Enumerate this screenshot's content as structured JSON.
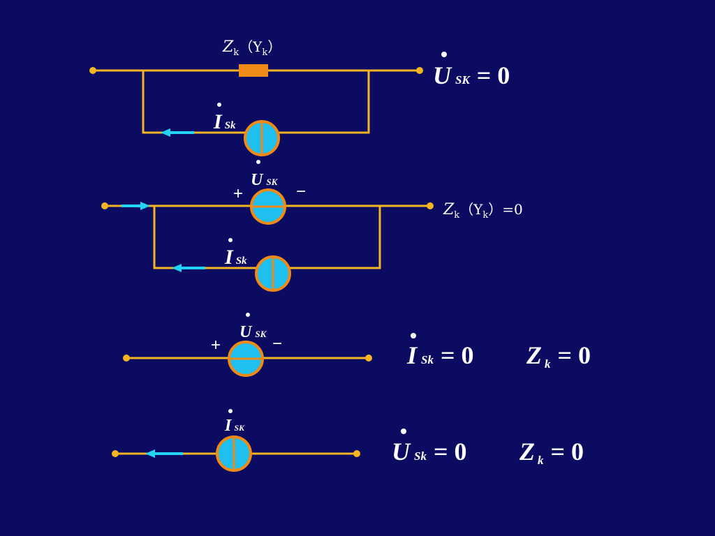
{
  "circuit1": {
    "element_label": {
      "Z": "Z",
      "Z_sub": "k",
      "paren_open": "（Y",
      "Y_sub": "k",
      "paren_close": "）"
    },
    "current_symbol": {
      "base": "I",
      "sub": "Sk"
    },
    "equation": {
      "base": "U",
      "sub": "SK",
      "rhs": "= 0"
    }
  },
  "circuit2": {
    "voltage_symbol": {
      "base": "U",
      "sub": "SK"
    },
    "plus": "+",
    "minus": "−",
    "current_symbol": {
      "base": "I",
      "sub": "Sk"
    },
    "element_label": {
      "Z": "Z",
      "Z_sub": "k",
      "paren_open": "（Y",
      "Y_sub": "k",
      "paren_close": "）=0"
    }
  },
  "circuit3": {
    "voltage_symbol": {
      "base": "U",
      "sub": "SK"
    },
    "plus": "+",
    "minus": "−",
    "eq1": {
      "base": "I",
      "sub": "Sk",
      "rhs": "= 0"
    },
    "eq2": {
      "base": "Z",
      "sub": "k",
      "rhs": "= 0"
    }
  },
  "circuit4": {
    "current_symbol": {
      "base": "I",
      "sub": "SK"
    },
    "eq1": {
      "base": "U",
      "sub": "Sk",
      "rhs": "= 0"
    },
    "eq2": {
      "base": "Z",
      "sub": "k",
      "rhs": "= 0"
    }
  },
  "colors": {
    "background": "#0b0b62",
    "wire": "#f5b521",
    "source_fill": "#1fbff0",
    "source_outline": "#f08a16",
    "arrow": "#22d4f5"
  }
}
